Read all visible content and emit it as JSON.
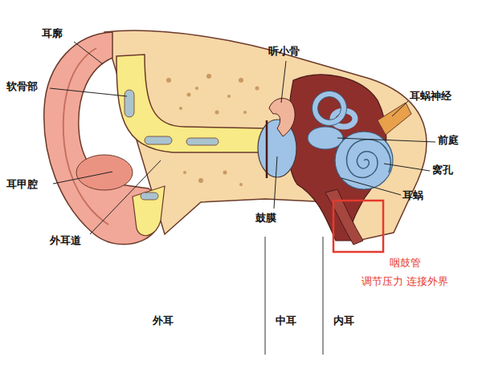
{
  "diagram": {
    "labels": [
      "耳廓",
      "听小骨",
      "软骨部",
      "耳蜗神经",
      "前庭",
      "窝孔",
      "耳甲腔",
      "耳蜗",
      "鼓膜",
      "外耳道",
      "咽鼓管",
      "调节压力 连接外界",
      "外耳",
      "中耳",
      "内耳"
    ]
  }
}
